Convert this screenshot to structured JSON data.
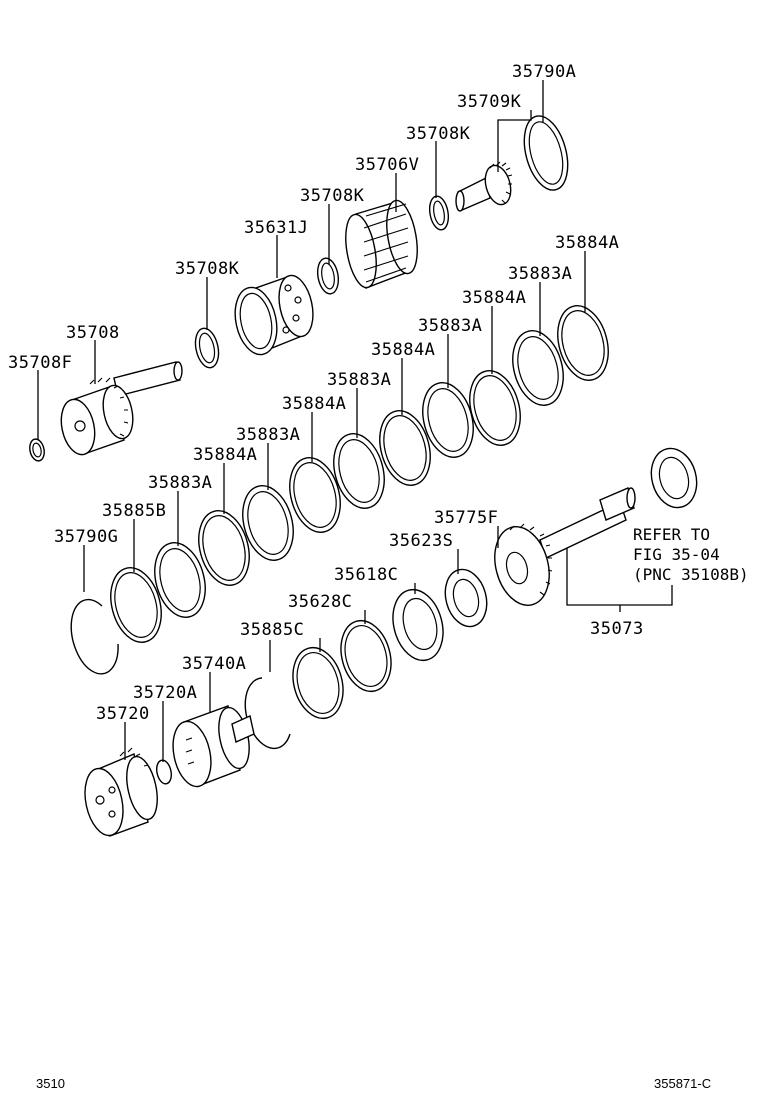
{
  "labels": {
    "p35790A": "35790A",
    "p35709K": "35709K",
    "p35708K_a": "35708K",
    "p35706V": "35706V",
    "p35708K_b": "35708K",
    "p35631J": "35631J",
    "p35708K_c": "35708K",
    "p35708": "35708",
    "p35708F": "35708F",
    "p35884A_1": "35884A",
    "p35883A_1": "35883A",
    "p35884A_2": "35884A",
    "p35883A_2": "35883A",
    "p35884A_3": "35884A",
    "p35883A_3": "35883A",
    "p35884A_4": "35884A",
    "p35883A_4": "35883A",
    "p35884A_5": "35884A",
    "p35883A_5": "35883A",
    "p35885B": "35885B",
    "p35790G": "35790G",
    "p35775F": "35775F",
    "p35623S": "35623S",
    "p35618C": "35618C",
    "p35628C": "35628C",
    "p35885C": "35885C",
    "p35740A": "35740A",
    "p35720A": "35720A",
    "p35720": "35720",
    "p35073": "35073"
  },
  "note": {
    "line1": "REFER TO",
    "line2": "FIG 35-04",
    "line3": "(PNC 35108B)"
  },
  "footer": {
    "left": "3510",
    "right": "355871-C"
  }
}
